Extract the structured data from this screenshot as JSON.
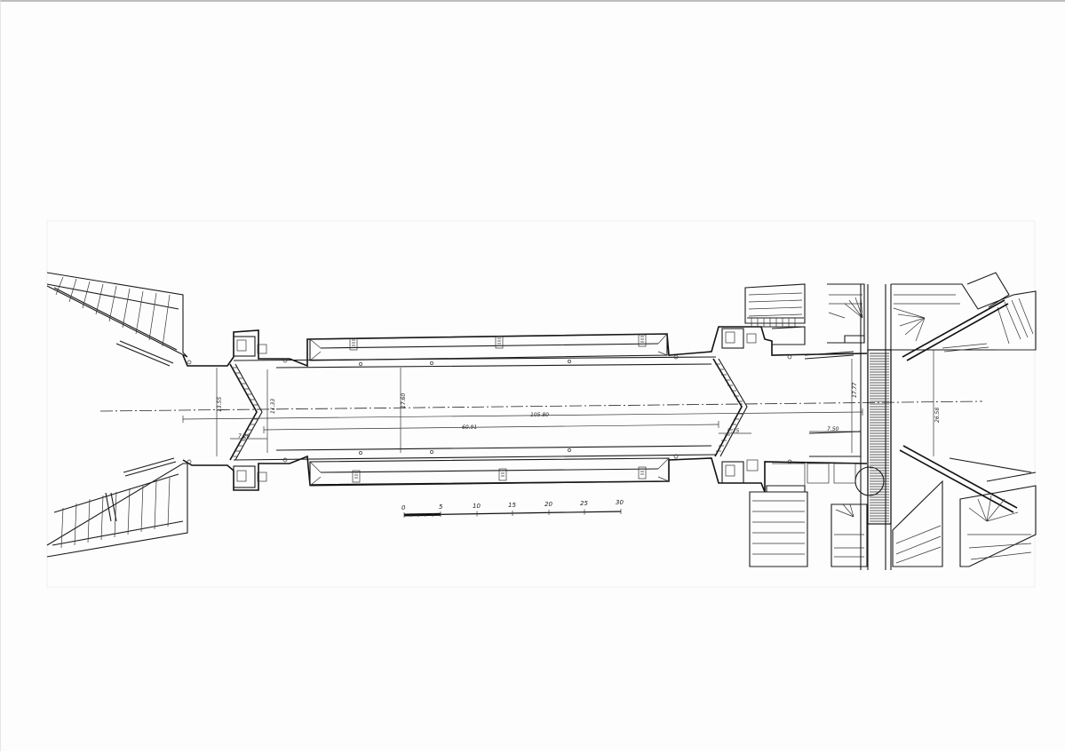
{
  "drawing": {
    "type": "architectural floor plan",
    "colors": {
      "ink": "#1a1a1a",
      "paper": "#fdfdfd"
    }
  },
  "dimensions": {
    "overall_length": "105.80",
    "inner_length": "60.91",
    "left_width_a": "13.55",
    "left_width_b": "11.33",
    "centre_width": "17.60",
    "right_width_a": "17.77",
    "right_width_b": "26.58",
    "left_offset": "7.20",
    "right_offset": "7.25",
    "right_small": "7.50"
  },
  "scale_bar": {
    "labels": [
      "0",
      "5",
      "10",
      "15",
      "20",
      "25",
      "30"
    ]
  }
}
